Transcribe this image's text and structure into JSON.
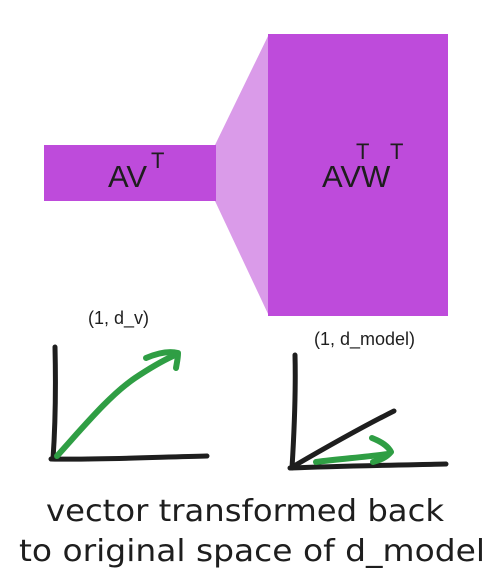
{
  "diagram": {
    "left_block": {
      "label": "AV",
      "superscript": "T",
      "shape_label": "(1, d_v)"
    },
    "right_block": {
      "label": "AVW",
      "superscript_1": "T",
      "superscript_2": "T",
      "shape_label": "(1, d_model)"
    },
    "caption": {
      "line1": "vector transformed back",
      "line2": "to original space of d_model"
    },
    "colors": {
      "block_fill": "#be4bdb",
      "connector_fill": "#da9be9",
      "vector_green": "#2f9e44",
      "axis_black": "#1e1e1e"
    }
  }
}
